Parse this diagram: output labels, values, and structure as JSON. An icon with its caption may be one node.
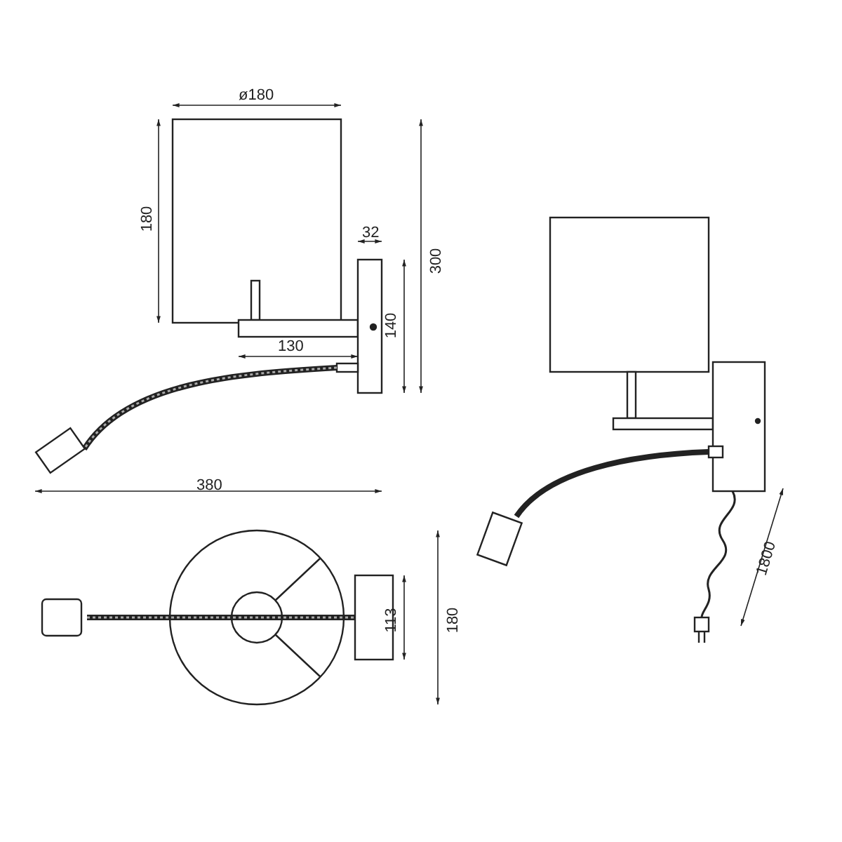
{
  "diagram": {
    "labels": [
      "ø180",
      "180",
      "32",
      "300",
      "140",
      "130",
      "380",
      "1800",
      "113",
      "180"
    ]
  }
}
